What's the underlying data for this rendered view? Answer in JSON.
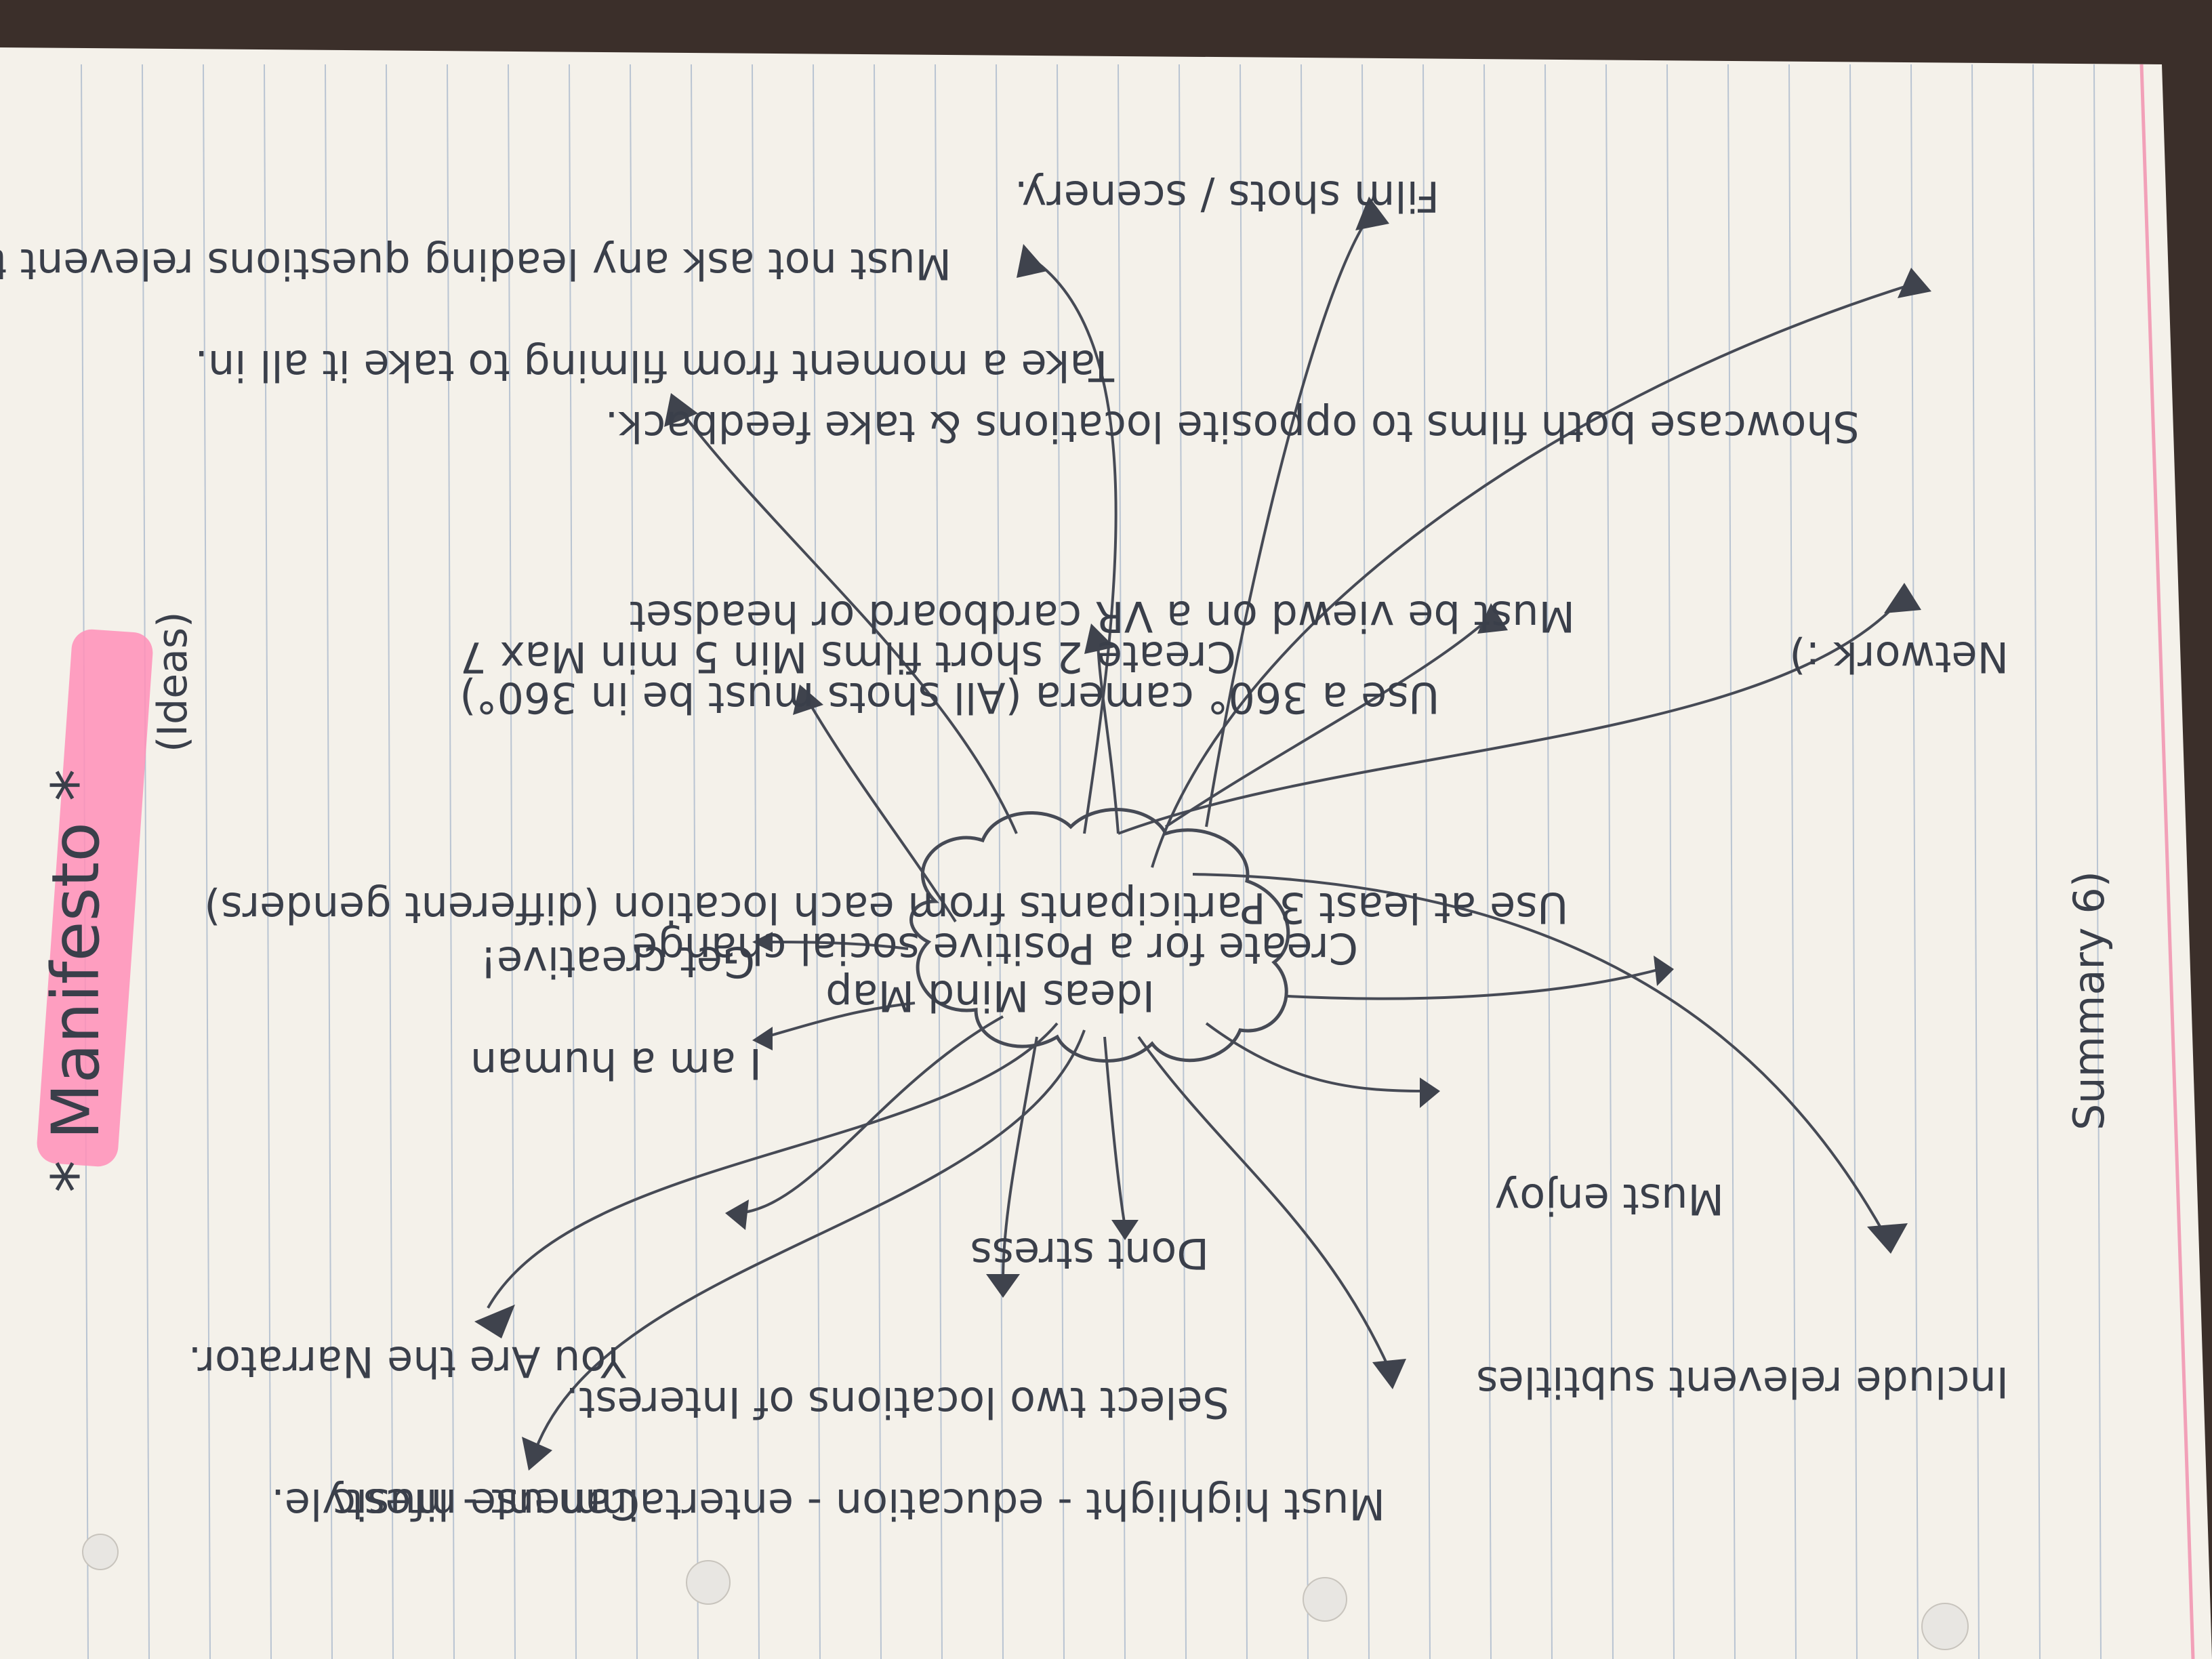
{
  "title": "* Manifesto *",
  "subtitle": "(Ideas)",
  "center": "Ideas Mind Map",
  "margin_note": "Summary 6)",
  "items": [
    "Must not ask any leading questions relevent to the interviewers answers (Not because they look pretty)",
    "Take a moment from filming to take it all in.",
    "Film shots / scenery.",
    "Showcase both films to opposite locations & take feedback.",
    "Create 2 short films Min 5 min Max 7",
    "Must be viewd on a VR cardboard or headset",
    "Network :)",
    "Use a 360° camera (All shots must be in 360°)",
    "Use at least 3 Participants from each location (different genders)",
    "Create for a Positive social change",
    "Get creative!",
    "I am a human",
    "Must enjoy",
    "Dont stress",
    "You Are the Narrator.",
    "Must highlight - education - entertainment - lifestyle.",
    "Select two locations of Interest.",
    "Include relevent subtitles",
    "Can use music"
  ],
  "colors": {
    "paper": "#f4f1ea",
    "ink": "#3a3f4a",
    "highlighter": "#ff8fb8",
    "table": "#3b2f2a"
  }
}
